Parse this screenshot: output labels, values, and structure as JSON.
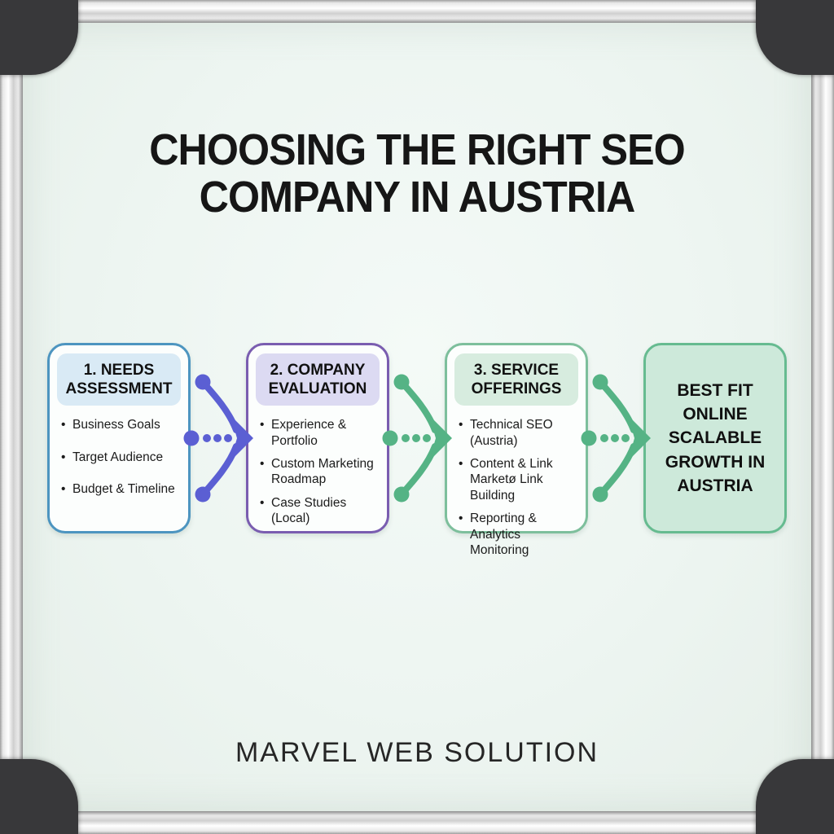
{
  "title": "CHOOSING THE RIGHT SEO COMPANY IN AUSTRIA",
  "brand": "MARVEL WEB SOLUTION",
  "board": {
    "surface_color": "#edf5f1",
    "frame_color": "#e8e8e8",
    "bracket_color": "#38383a"
  },
  "steps": [
    {
      "header": "1. NEEDS ASSESSMENT",
      "accent": "#4d95c0",
      "header_bg": "#d9eaf5",
      "bullets": [
        "Business Goals",
        "Target Audience",
        "Budget & Timeline"
      ]
    },
    {
      "header": "2. COMPANY EVALUATION",
      "accent": "#7a5db0",
      "header_bg": "#dcdaf2",
      "bullets": [
        "Experience & Portfolio",
        "Custom Marketing Roadmap",
        "Case Studies (Local)"
      ]
    },
    {
      "header": "3. SERVICE OFFERINGS",
      "accent": "#7dbf9c",
      "header_bg": "#d7ecdf",
      "bullets": [
        "Technical SEO (Austria)",
        "Content & Link Marketø Link Building",
        "Reporting & Analytics Monitoring"
      ]
    }
  ],
  "result": {
    "label": "BEST FIT ONLINE SCALABLE GROWTH IN AUSTRIA",
    "accent": "#66bb90",
    "bg": "#cde9da"
  },
  "arrows": [
    {
      "color": "#5b5fd3"
    },
    {
      "color": "#55b385"
    },
    {
      "color": "#55b385"
    }
  ]
}
